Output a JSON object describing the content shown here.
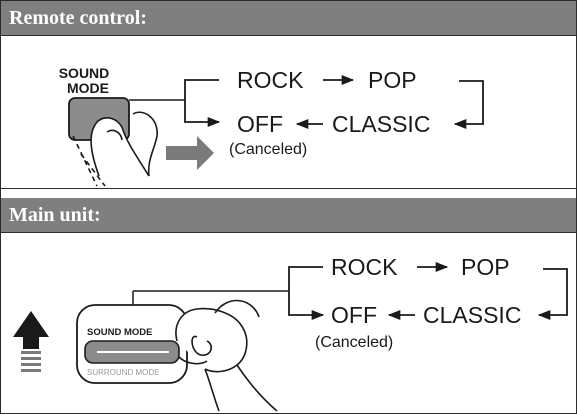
{
  "sections": [
    {
      "title": "Remote control:",
      "button_label": [
        "SOUND",
        "MODE"
      ],
      "cycle": [
        "ROCK",
        "POP",
        "CLASSIC",
        "OFF"
      ],
      "off_note": "(Canceled)"
    },
    {
      "title": "Main unit:",
      "knob_top_label": "SOUND MODE",
      "knob_bottom_label": "SURROUND MODE",
      "cycle": [
        "ROCK",
        "POP",
        "CLASSIC",
        "OFF"
      ],
      "off_note": "(Canceled)"
    }
  ],
  "colors": {
    "header_bg": "#7f7f7f",
    "header_text": "#ffffff",
    "line": "#1a1a1a",
    "button_fill": "#8c8c8c",
    "arrow_gray": "#7a7a7a"
  },
  "icons": {
    "press_arrow": "right-arrow-icon",
    "up_arrow": "up-arrow-icon"
  }
}
